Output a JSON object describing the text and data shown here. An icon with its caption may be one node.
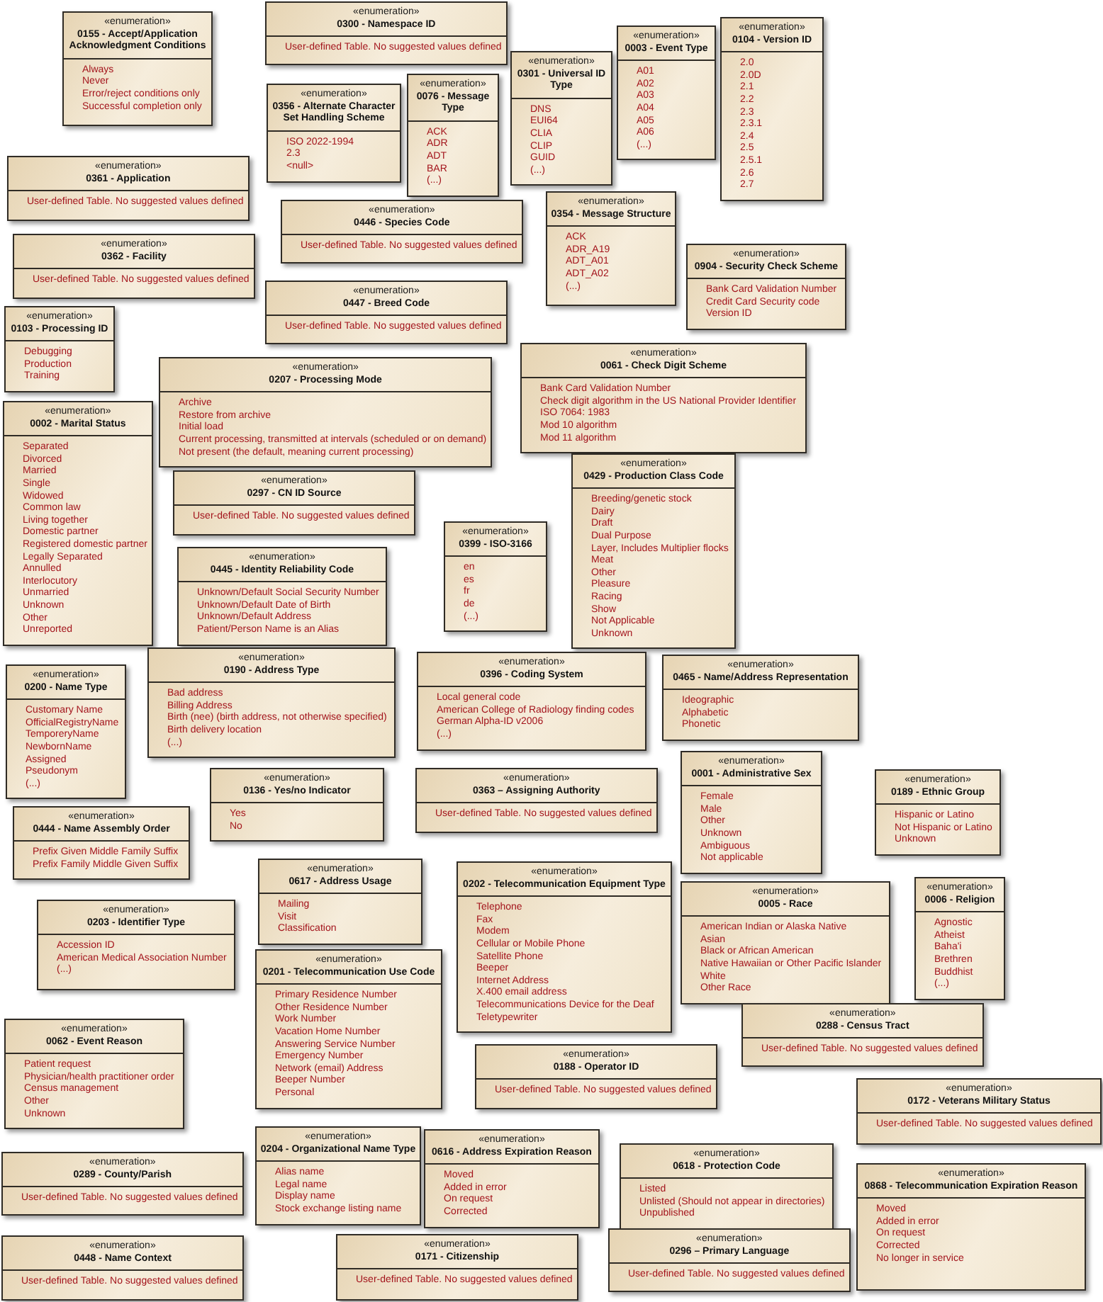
{
  "diagram": {
    "nodes": [
      {
        "text": [
          "«enumeration»",
          "0155 - Accept/Application Acknowledgment Conditions",
          "Always",
          "Never",
          "Error/reject conditions only",
          "Successful completion only"
        ]
      },
      {
        "text": [
          "«enumeration»",
          "0300 - Namespace ID",
          "User-defined Table. No suggested values defined"
        ]
      },
      {
        "text": [
          "«enumeration»",
          "0356 - Alternate Character Set Handling Scheme",
          "ISO 2022-1994",
          "2.3",
          "<null>"
        ]
      },
      {
        "text": [
          "«enumeration»",
          "0076 - Message Type",
          "ACK",
          "ADR",
          "ADT",
          "BAR",
          "(...)"
        ]
      },
      {
        "text": [
          "«enumeration»",
          "0301 - Universal ID Type",
          "DNS",
          "EUI64",
          "CLIA",
          "CLIP",
          "GUID",
          "(...)"
        ]
      },
      {
        "text": [
          "«enumeration»",
          "0003 - Event Type",
          "A01",
          "A02",
          "A03",
          "A04",
          "A05",
          "A06",
          "(...)"
        ]
      },
      {
        "text": [
          "«enumeration»",
          "0104 - Version ID",
          "2.0",
          "2.0D",
          "2.1",
          "2.2",
          "2.3",
          "2.3.1",
          "2.4",
          "2.5",
          "2.5.1",
          "2.6",
          "2.7"
        ]
      },
      {
        "text": [
          "«enumeration»",
          "0361 - Application",
          "User-defined Table. No suggested values defined"
        ]
      },
      {
        "text": [
          "«enumeration»",
          "0446 - Species Code",
          "User-defined Table. No suggested values defined"
        ]
      },
      {
        "text": [
          "«enumeration»",
          "0354 - Message Structure",
          "ACK",
          "ADR_A19",
          "ADT_A01",
          "ADT_A02",
          "(...)"
        ]
      },
      {
        "text": [
          "«enumeration»",
          "0362 - Facility",
          "User-defined Table. No suggested values defined"
        ]
      },
      {
        "text": [
          "«enumeration»",
          "0904 - Security Check Scheme",
          "Bank Card Validation Number",
          "Credit Card Security code",
          "Version ID"
        ]
      },
      {
        "text": [
          "«enumeration»",
          "0447 - Breed Code",
          "User-defined Table. No suggested values defined"
        ]
      },
      {
        "text": [
          "«enumeration»",
          "0103 - Processing ID",
          "Debugging",
          "Production",
          "Training"
        ]
      },
      {
        "text": [
          "«enumeration»",
          "0207 - Processing Mode",
          "Archive",
          "Restore from archive",
          "Initial load",
          "Current processing, transmitted at intervals (scheduled or on demand)",
          "Not present (the default, meaning current processing)"
        ]
      },
      {
        "text": [
          "«enumeration»",
          "0061 - Check Digit Scheme",
          "Bank Card Validation Number",
          "Check digit algorithm in the US National Provider Identifier",
          "ISO 7064: 1983",
          "Mod 10 algorithm",
          "Mod 11 algorithm"
        ]
      },
      {
        "text": [
          "«enumeration»",
          "0002 - Marital Status",
          "Separated",
          "Divorced",
          "Married",
          "Single",
          "Widowed",
          "Common law",
          "Living together",
          "Domestic partner",
          "Registered domestic partner",
          "Legally Separated",
          "Annulled",
          "Interlocutory",
          "Unmarried",
          "Unknown",
          "Other",
          "Unreported"
        ]
      },
      {
        "text": [
          "«enumeration»",
          "0297 - CN ID Source",
          "User-defined Table. No suggested values defined"
        ]
      },
      {
        "text": [
          "«enumeration»",
          "0429 - Production Class Code",
          "Breeding/genetic stock",
          "Dairy",
          "Draft",
          "Dual Purpose",
          "Layer, Includes Multiplier flocks",
          "Meat",
          "Other",
          "Pleasure",
          "Racing",
          "Show",
          "Not Applicable",
          "Unknown"
        ]
      },
      {
        "text": [
          "«enumeration»",
          "0399 - ISO-3166",
          "en",
          "es",
          "fr",
          "de",
          "(...)"
        ]
      },
      {
        "text": [
          "«enumeration»",
          "0445 - Identity Reliability Code",
          "Unknown/Default Social Security Number",
          "Unknown/Default Date of Birth",
          "Unknown/Default Address",
          "Patient/Person Name is an Alias"
        ]
      },
      {
        "text": [
          "«enumeration»",
          "0200 - Name Type",
          "Customary Name",
          "OfficialRegistryName",
          "TemporeryName",
          "NewbornName",
          "Assigned",
          "Pseudonym",
          "(...)"
        ]
      },
      {
        "text": [
          "«enumeration»",
          "0190 - Address Type",
          "Bad address",
          "Billing Address",
          "Birth (nee) (birth address, not otherwise specified)",
          "Birth delivery location",
          "(...)"
        ]
      },
      {
        "text": [
          "«enumeration»",
          "0396 - Coding System",
          "Local general code",
          "American College of Radiology finding codes",
          "German Alpha-ID v2006",
          "(...)"
        ]
      },
      {
        "text": [
          "«enumeration»",
          "0465 - Name/Address Representation",
          "Ideographic",
          "Alphabetic",
          "Phonetic"
        ]
      },
      {
        "text": [
          "«enumeration»",
          "0444 - Name Assembly Order",
          "Prefix Given Middle Family Suffix",
          "Prefix Family Middle Given Suffix"
        ]
      },
      {
        "text": [
          "«enumeration»",
          "0136 - Yes/no Indicator",
          "Yes",
          "No"
        ]
      },
      {
        "text": [
          "«enumeration»",
          "0363 – Assigning Authority",
          "User-defined Table. No suggested values defined"
        ]
      },
      {
        "text": [
          "«enumeration»",
          "0001 - Administrative Sex",
          "Female",
          "Male",
          "Other",
          "Unknown",
          "Ambiguous",
          "Not applicable"
        ]
      },
      {
        "text": [
          "«enumeration»",
          "0189 - Ethnic Group",
          "Hispanic or Latino",
          "Not Hispanic or Latino",
          "Unknown"
        ]
      },
      {
        "text": [
          "«enumeration»",
          "0617 - Address Usage",
          "Mailing",
          "Visit",
          "Classification"
        ]
      },
      {
        "text": [
          "«enumeration»",
          "0203 - Identifier Type",
          "Accession ID",
          "American Medical Association Number",
          "(...)"
        ]
      },
      {
        "text": [
          "«enumeration»",
          "0202 - Telecommunication Equipment Type",
          "Telephone",
          "Fax",
          "Modem",
          "Cellular or Mobile Phone",
          "Satellite Phone",
          "Beeper",
          "Internet Address",
          "X.400 email address",
          "Telecommunications Device for the Deaf",
          "Teletypewriter"
        ]
      },
      {
        "text": [
          "«enumeration»",
          "0005 - Race",
          "American Indian or Alaska Native",
          "Asian",
          "Black or African American",
          "Native Hawaiian or Other Pacific Islander",
          "White",
          "Other Race"
        ]
      },
      {
        "text": [
          "«enumeration»",
          "0006 - Religion",
          "Agnostic",
          "Atheist",
          "Baha'i",
          "Brethren",
          "Buddhist",
          "(...)"
        ]
      },
      {
        "text": [
          "«enumeration»",
          "0201 - Telecommunication Use Code",
          "Primary Residence Number",
          "Other Residence Number",
          "Work Number",
          "Vacation Home Number",
          "Answering Service Number",
          "Emergency Number",
          "Network (email) Address",
          "Beeper Number",
          "Personal"
        ]
      },
      {
        "text": [
          "«enumeration»",
          "0288 - Census Tract",
          "User-defined Table. No suggested values defined"
        ]
      },
      {
        "text": [
          "«enumeration»",
          "0062 - Event Reason",
          "Patient request",
          "Physician/health practitioner order",
          "Census management",
          "Other",
          "Unknown"
        ]
      },
      {
        "text": [
          "«enumeration»",
          "0188 - Operator ID",
          "User-defined Table. No suggested values defined"
        ]
      },
      {
        "text": [
          "«enumeration»",
          "0172 - Veterans Military Status",
          "User-defined Table. No suggested values defined"
        ]
      },
      {
        "text": [
          "«enumeration»",
          "0289 - County/Parish",
          "User-defined Table. No suggested values defined"
        ]
      },
      {
        "text": [
          "«enumeration»",
          "0204 - Organizational Name Type",
          "Alias name",
          "Legal name",
          "Display name",
          "Stock exchange listing name"
        ]
      },
      {
        "text": [
          "«enumeration»",
          "0616 - Address Expiration Reason",
          "Moved",
          "Added in error",
          "On request",
          "Corrected"
        ]
      },
      {
        "text": [
          "«enumeration»",
          "0618 - Protection Code",
          "Listed",
          "Unlisted (Should not appear in directories)",
          "Unpublished"
        ]
      },
      {
        "text": [
          "«enumeration»",
          "0868 - Telecommunication Expiration Reason",
          "Moved",
          "Added in error",
          "On request",
          "Corrected",
          "No longer in service"
        ]
      },
      {
        "text": [
          "«enumeration»",
          "0448 - Name Context",
          "User-defined Table. No suggested values defined"
        ]
      },
      {
        "text": [
          "«enumeration»",
          "0171 - Citizenship",
          "User-defined Table. No suggested values defined"
        ]
      },
      {
        "text": [
          "«enumeration»",
          "0296 – Primary Language",
          "User-defined Table. No suggested values defined"
        ]
      }
    ]
  }
}
